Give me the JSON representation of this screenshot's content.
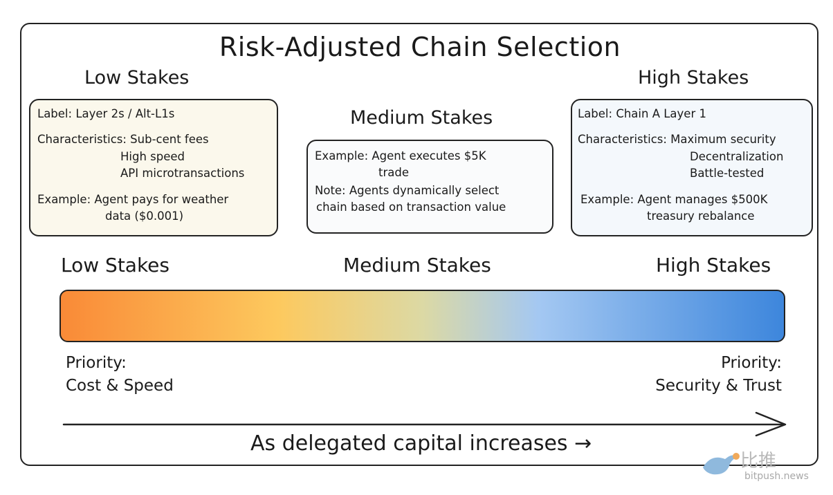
{
  "title": "Risk-Adjusted Chain Selection",
  "low": {
    "heading": "Low Stakes",
    "label": "Label: Layer 2s / Alt-L1s",
    "characteristics": [
      "Characteristics: Sub-cent fees",
      "High speed",
      "API microtransactions"
    ],
    "example": [
      "Example: Agent pays for weather",
      "data ($0.001)"
    ]
  },
  "medium": {
    "heading": "Medium Stakes",
    "example": [
      "Example: Agent executes $5K",
      "trade"
    ],
    "note": [
      "Note: Agents dynamically select",
      "chain based on transaction value"
    ]
  },
  "high": {
    "heading": "High Stakes",
    "label": "Label: Chain A Layer 1",
    "characteristics": [
      "Characteristics: Maximum security",
      "Decentralization",
      "Battle-tested"
    ],
    "example": [
      "Example: Agent manages $500K",
      "treasury rebalance"
    ]
  },
  "scale": {
    "low_label": "Low Stakes",
    "medium_label": "Medium Stakes",
    "high_label": "High Stakes",
    "gradient_colors": [
      "#f98a37",
      "#fdc95e",
      "#dcd9a4",
      "#a4c8f2",
      "#3d86dc"
    ]
  },
  "priority_low": [
    "Priority:",
    "Cost & Speed"
  ],
  "priority_high": [
    "Priority:",
    "Security & Trust"
  ],
  "caption": "As delegated capital increases →",
  "watermark": {
    "cn": "比推",
    "url": "bitpush.news"
  }
}
